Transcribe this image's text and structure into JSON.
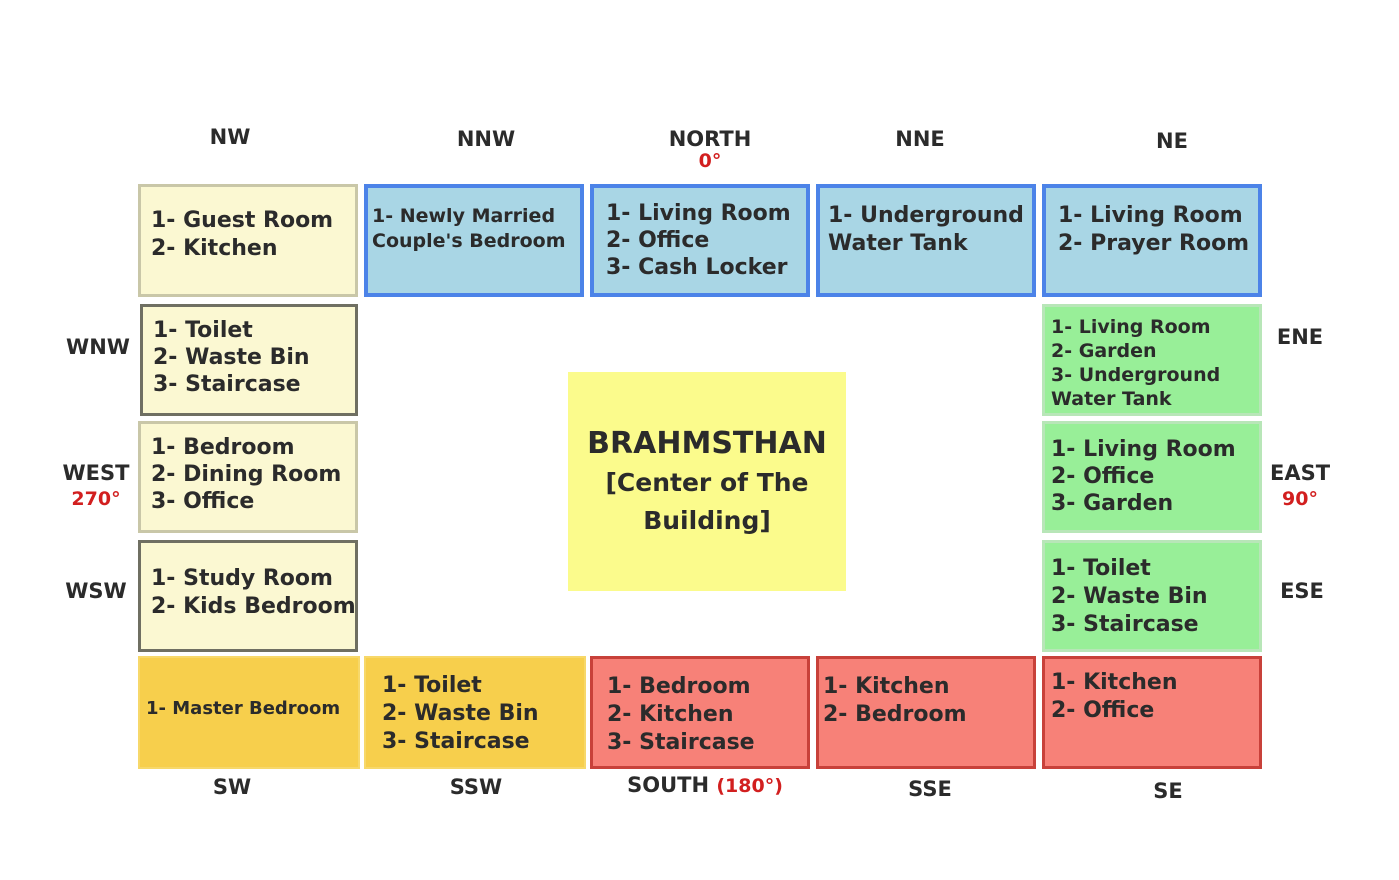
{
  "directions": {
    "nw": "NW",
    "nnw": "NNW",
    "north": "NORTH",
    "north_deg": "0°",
    "nne": "NNE",
    "ne": "NE",
    "wnw": "WNW",
    "west": "WEST",
    "west_deg": "270°",
    "wsw": "WSW",
    "ene": "ENE",
    "east": "EAST",
    "east_deg": "90°",
    "ese": "ESE",
    "sw": "SW",
    "ssw": "SSW",
    "south": "SOUTH",
    "south_deg": "(180°)",
    "sse": "SSE",
    "se": "SE"
  },
  "zones": {
    "nw": [
      "1- Guest Room",
      "2- Kitchen"
    ],
    "nnw": [
      "1- Newly Married",
      "Couple's Bedroom"
    ],
    "n": [
      "1- Living Room",
      "2- Office",
      "3- Cash Locker"
    ],
    "nne": [
      "1- Underground",
      "Water Tank"
    ],
    "ne": [
      "1- Living Room",
      "2- Prayer Room"
    ],
    "wnw": [
      "1- Toilet",
      "2- Waste Bin",
      "3- Staircase"
    ],
    "w": [
      "1- Bedroom",
      "2- Dining Room",
      "3- Office"
    ],
    "wsw": [
      "1- Study Room",
      "2- Kids Bedroom"
    ],
    "ene": [
      "1- Living Room",
      "2- Garden",
      "3- Underground",
      "Water Tank"
    ],
    "e": [
      "1- Living Room",
      "2- Office",
      "3- Garden"
    ],
    "ese": [
      "1- Toilet",
      "2- Waste Bin",
      "3- Staircase"
    ],
    "sw": [
      "1- Master Bedroom"
    ],
    "ssw": [
      "1- Toilet",
      "2- Waste Bin",
      "3- Staircase"
    ],
    "s": [
      "1- Bedroom",
      "2- Kitchen",
      "3- Staircase"
    ],
    "sse": [
      "1- Kitchen",
      "2- Bedroom"
    ],
    "se": [
      "1- Kitchen",
      "2- Office"
    ]
  },
  "center": {
    "title": "BRAHMSTHAN",
    "line1": "[Center of The",
    "line2": "Building]"
  },
  "colors": {
    "cream": "#fbf8d2",
    "blue": "#a9d6e5",
    "blue_border": "#4c83e8",
    "green": "#98ef98",
    "gold": "#f7cf4c",
    "red": "#f78178",
    "red_border": "#c8413a",
    "center": "#fbfb8c",
    "degree": "#d21f1f"
  }
}
